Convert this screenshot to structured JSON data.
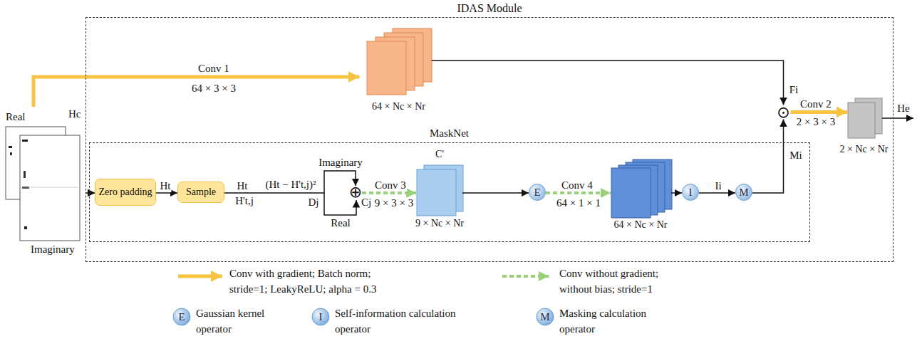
{
  "diagram": {
    "nodes": [
      {
        "text": [
          "IDAS Module"
        ]
      },
      {
        "text": [
          "Hc",
          "Real",
          "Imaginary"
        ]
      },
      {
        "text": [
          "64 × Nc × Nr"
        ],
        "in": 0
      },
      {
        "text": [
          "MaskNet"
        ],
        "in": 0
      },
      {
        "text": [
          "Zero padding"
        ],
        "in": 3
      },
      {
        "text": [
          "Sample"
        ],
        "in": 3
      },
      {
        "text": [
          "⊕"
        ],
        "in": 3
      },
      {
        "text": [
          "C'",
          "9 × Nc × Nr"
        ],
        "in": 3
      },
      {
        "text": [
          "E"
        ],
        "in": 3
      },
      {
        "text": [
          "64 × Nc × Nr"
        ],
        "in": 3
      },
      {
        "text": [
          "I"
        ],
        "in": 3
      },
      {
        "text": [
          "M"
        ],
        "in": 3
      },
      {
        "text": [
          "⊙"
        ],
        "in": 0
      },
      {
        "text": [
          "2 × Nc × Nr"
        ],
        "in": 0
      }
    ],
    "edges": [
      {
        "from": 1,
        "to": 2,
        "arrow": "to",
        "label": "Conv 1"
      },
      {
        "from": 1,
        "to": 4,
        "arrow": "to"
      },
      {
        "from": 4,
        "to": 5,
        "arrow": "to",
        "label": "Ht"
      },
      {
        "from": 5,
        "to": 6,
        "arrow": "to"
      },
      {
        "from": 6,
        "to": 7,
        "arrow": "to",
        "label": "Conv 3"
      },
      {
        "from": 7,
        "to": 8,
        "arrow": "to"
      },
      {
        "from": 8,
        "to": 9,
        "arrow": "to",
        "label": "Conv 4"
      },
      {
        "from": 9,
        "to": 10,
        "arrow": "to"
      },
      {
        "from": 10,
        "to": 11,
        "arrow": "to",
        "label": "Ii"
      },
      {
        "from": 11,
        "to": 12,
        "arrow": "to",
        "label": "Mi"
      },
      {
        "from": 2,
        "to": 12,
        "arrow": "to",
        "label": "Fi"
      },
      {
        "from": 12,
        "to": 13,
        "arrow": "to",
        "label": "Conv 2"
      }
    ],
    "labels": [
      "64 × 3 × 3",
      "Ht",
      "H't,j",
      "(Ht − H't,j)²",
      "Dj",
      "Imaginary",
      "Real",
      "Cj",
      "9 × 3 × 3",
      "64 × 1 × 1",
      "2 × 3 × 3",
      "He",
      "E",
      "I",
      "M"
    ],
    "legend": [
      {
        "text": "Conv with gradient; Batch norm; stride=1; LeakyReLU; alpha = 0.3"
      },
      {
        "text": "Conv without gradient; without bias; stride=1"
      },
      {
        "text": "Gaussian kernel operator"
      },
      {
        "text": "Self-information calculation operator"
      },
      {
        "text": "Masking calculation operator"
      }
    ]
  }
}
